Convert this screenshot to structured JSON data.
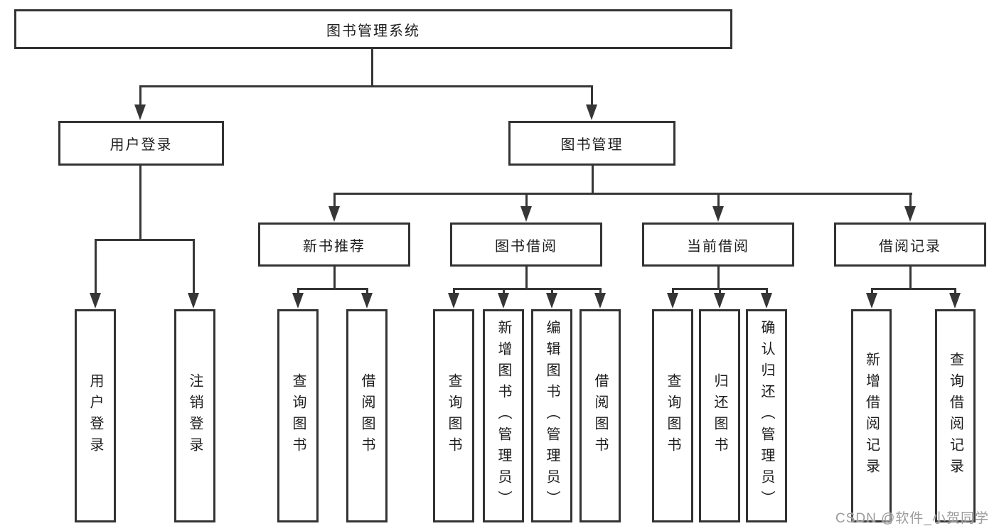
{
  "page": {
    "watermark": "CSDN @软件_小贺同学"
  },
  "tree": {
    "root": {
      "label": "图书管理系统"
    },
    "branches": [
      {
        "label": "用户登录",
        "children": [
          {
            "label": "用户登录"
          },
          {
            "label": "注销登录"
          }
        ]
      },
      {
        "label": "图书管理",
        "children": [
          {
            "label": "新书推荐",
            "children": [
              {
                "label": "查询图书"
              },
              {
                "label": "借阅图书"
              }
            ]
          },
          {
            "label": "图书借阅",
            "children": [
              {
                "label": "查询图书"
              },
              {
                "label": "新增图书（管理员）"
              },
              {
                "label": "编辑图书（管理员）"
              },
              {
                "label": "借阅图书"
              }
            ]
          },
          {
            "label": "当前借阅",
            "children": [
              {
                "label": "查询图书"
              },
              {
                "label": "归还图书"
              },
              {
                "label": "确认归还（管理员）"
              }
            ]
          },
          {
            "label": "借阅记录",
            "children": [
              {
                "label": "新增借阅记录"
              },
              {
                "label": "查询借阅记录"
              }
            ]
          }
        ]
      }
    ]
  },
  "colors": {
    "line": "#363636",
    "border": "#333333",
    "text": "#1d1d1d",
    "watermark": "#9b9b9b",
    "background": "#ffffff"
  }
}
